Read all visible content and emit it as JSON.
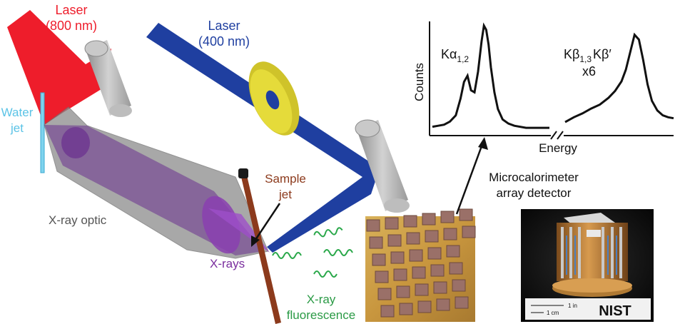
{
  "labels": {
    "laser_red_line1": "Laser",
    "laser_red_line2": "(800 nm)",
    "laser_blue_line1": "Laser",
    "laser_blue_line2": "(400 nm)",
    "water_jet_line1": "Water",
    "water_jet_line2": "jet",
    "xray_optic": "X-ray optic",
    "xrays": "X-rays",
    "sample_jet_line1": "Sample",
    "sample_jet_line2": "jet",
    "fluorescence_line1": "X-ray",
    "fluorescence_line2": "fluorescence",
    "detector_line1": "Microcalorimeter",
    "detector_line2": "array detector"
  },
  "photo_labels": {
    "scale_in": "1 in",
    "scale_cm": "1 cm",
    "logo": "NIST"
  },
  "chart_data": {
    "type": "line",
    "xlabel": "Energy",
    "ylabel": "Counts",
    "grid": false,
    "axis_break": true,
    "panels": [
      {
        "name_main": "Kα",
        "name_sub": "1,2",
        "scale": "",
        "x": [
          0,
          0.05,
          0.1,
          0.15,
          0.2,
          0.24,
          0.27,
          0.3,
          0.33,
          0.36,
          0.39,
          0.42,
          0.44,
          0.46,
          0.48,
          0.5,
          0.53,
          0.56,
          0.6,
          0.65,
          0.7,
          0.8,
          0.9,
          1.0
        ],
        "y": [
          0.03,
          0.04,
          0.05,
          0.08,
          0.14,
          0.3,
          0.46,
          0.52,
          0.38,
          0.36,
          0.56,
          0.85,
          1.0,
          0.96,
          0.82,
          0.6,
          0.36,
          0.2,
          0.1,
          0.06,
          0.04,
          0.02,
          0.02,
          0.02
        ]
      },
      {
        "name_main": "Kβ",
        "name_sub": "1,3",
        "name_main2": "Kβ′",
        "scale": "x6",
        "x": [
          0,
          0.08,
          0.16,
          0.24,
          0.32,
          0.4,
          0.46,
          0.52,
          0.56,
          0.6,
          0.64,
          0.68,
          0.72,
          0.76,
          0.8,
          0.85,
          0.9,
          0.95,
          1.0
        ],
        "y": [
          0.08,
          0.13,
          0.17,
          0.22,
          0.26,
          0.33,
          0.4,
          0.5,
          0.62,
          0.8,
          0.98,
          0.93,
          0.72,
          0.47,
          0.3,
          0.2,
          0.15,
          0.13,
          0.12
        ]
      }
    ]
  }
}
